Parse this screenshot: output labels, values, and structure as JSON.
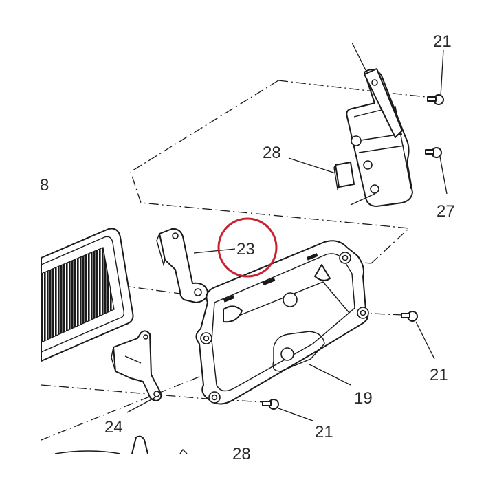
{
  "diagram": {
    "callouts": {
      "c21_top": "21",
      "c27": "27",
      "c28_top": "28",
      "c8": "8",
      "c23": "23",
      "c21_right": "21",
      "c19": "19",
      "c24": "24",
      "c21_bottom": "21",
      "c28_bottom": "28"
    },
    "highlight": {
      "target": "23",
      "color": "#c8202c"
    }
  }
}
